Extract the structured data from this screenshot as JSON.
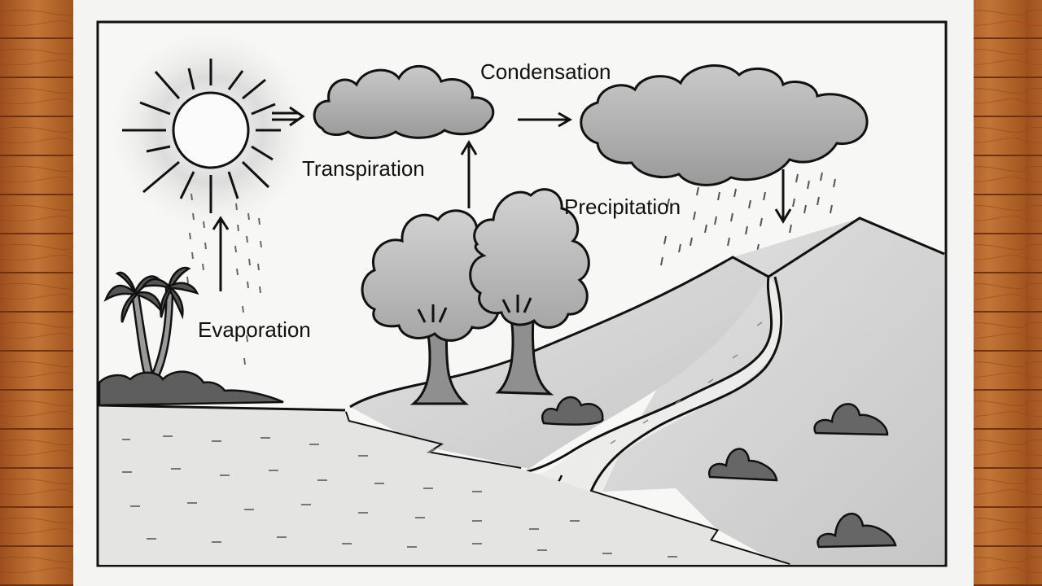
{
  "labels": {
    "condensation": "Condensation",
    "transpiration": "Transpiration",
    "precipitation": "Precipitation",
    "evaporation": "Evaporation"
  },
  "colors": {
    "wood": "#b5652a",
    "wood_dark": "#8a4518",
    "paper": "#f4f4f2",
    "ink": "#111111",
    "shade": "#8a8a8a"
  }
}
